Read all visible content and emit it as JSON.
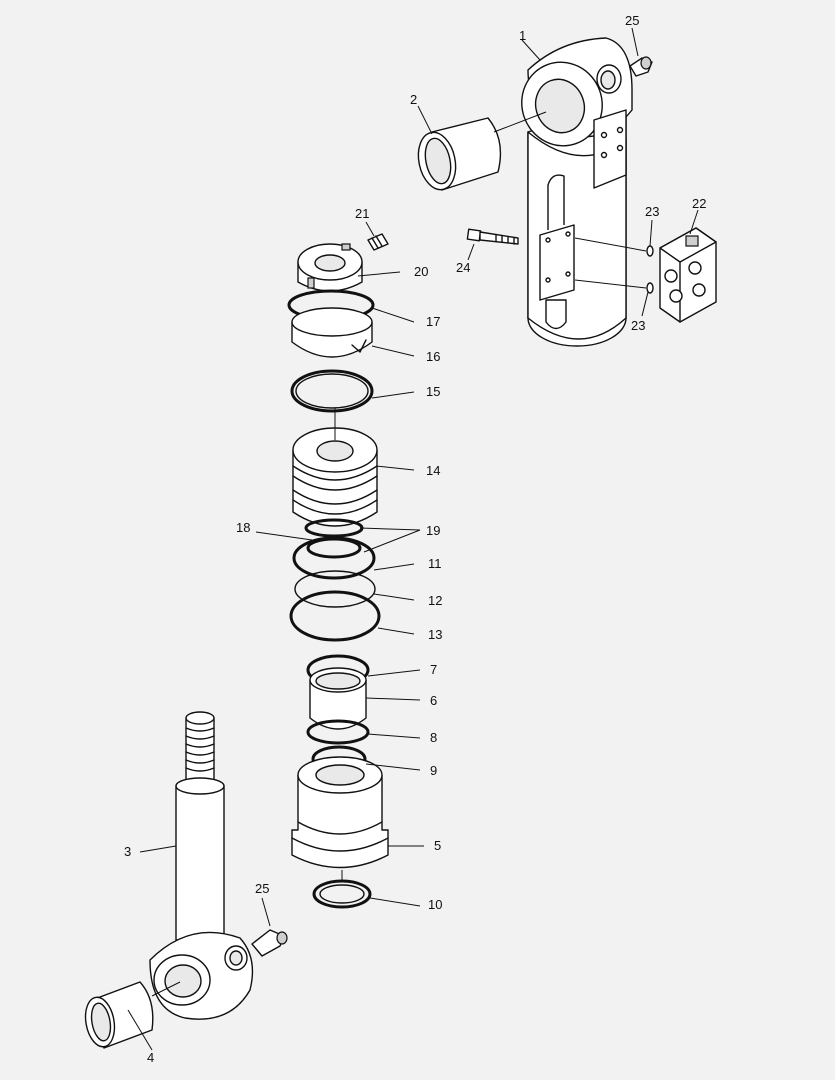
{
  "callouts": {
    "p1": "1",
    "p2": "2",
    "p3": "3",
    "p4": "4",
    "p5": "5",
    "p6": "6",
    "p7": "7",
    "p8": "8",
    "p9": "9",
    "p10": "10",
    "p11": "11",
    "p12": "12",
    "p13": "13",
    "p14": "14",
    "p15": "15",
    "p16": "16",
    "p17": "17",
    "p18": "18",
    "p19": "19",
    "p20": "20",
    "p21": "21",
    "p22": "22",
    "p23a": "23",
    "p23b": "23",
    "p24": "24",
    "p25a": "25",
    "p25b": "25"
  },
  "colors": {
    "background": "#f2f2f2",
    "line": "#111111",
    "fill": "#ffffff"
  }
}
